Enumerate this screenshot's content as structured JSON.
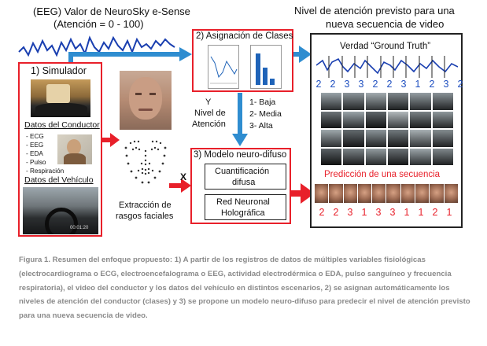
{
  "eeg": {
    "title": "(EEG) Valor de NeuroSky e-Sense",
    "range": "(Atención = 0 - 100)"
  },
  "simulator": {
    "title": "1) Simulador",
    "driver_data": "Datos del Conductor",
    "signals": [
      "- ECG",
      "- EEG",
      "- EDA",
      "- Pulso",
      "- Respiración"
    ],
    "vehicle_data": "Datos del Vehículo",
    "timestamp": "00:01:20"
  },
  "facial": {
    "label_line1": "Extracción de",
    "label_line2": "rasgos faciales"
  },
  "class_assignment": {
    "title": "2) Asignación de Clases"
  },
  "attention": {
    "line1": "Y",
    "line2": "Nivel de",
    "line3": "Atención"
  },
  "levels": [
    "1- Baja",
    "2- Media",
    "3- Alta"
  ],
  "x_label": "X",
  "model": {
    "title": "3) Modelo neuro-difuso",
    "quant_line1": "Cuantificación",
    "quant_line2": "difusa",
    "net_line1": "Red Neuronal",
    "net_line2": "Holográfica"
  },
  "prediction": {
    "title_line1": "Nivel de atención previsto para una",
    "title_line2": "nueva secuencia de video",
    "ground_truth": "Verdad “Ground Truth”",
    "gt_digits": [
      "2",
      "2",
      "3",
      "3",
      "2",
      "2",
      "3",
      "1",
      "2",
      "3",
      "2"
    ],
    "seq_label": "Predicción de una secuencia",
    "pred_digits": [
      "2",
      "2",
      "3",
      "1",
      "3",
      "3",
      "1",
      "1",
      "2",
      "1"
    ]
  },
  "figure_caption": "Figura 1. Resumen del enfoque propuesto: 1) A partir de los registros de datos de múltiples variables fisiológicas (electrocardiograma o ECG, electroencefalograma o EEG, actividad electrodérmica o EDA, pulso sanguíneo y frecuencia respiratoria), el video del conductor y los datos del vehículo en distintos escenarios, 2) se asignan automáticamente los niveles de atención del conductor (clases) y 3) se propone un modelo neuro-difuso para predecir el nivel de atención previsto para una nueva secuencia de video.",
  "colors": {
    "red": "#e8202a",
    "blue": "#2f8dd0",
    "dark_blue": "#1a3fb0",
    "bar_blue": "#1f63b8",
    "caption_gray": "#8a8a8a"
  }
}
